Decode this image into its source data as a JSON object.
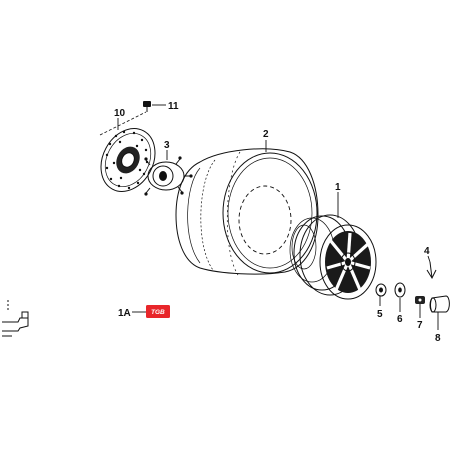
{
  "callouts": {
    "c1": "1",
    "c1a": "1A",
    "c2": "2",
    "c3": "3",
    "c4": "4",
    "c5": "5",
    "c6": "6",
    "c7": "7",
    "c8": "8",
    "c10": "10",
    "c11": "11"
  },
  "badge": {
    "text": "TGB",
    "color": "#e8262a"
  }
}
